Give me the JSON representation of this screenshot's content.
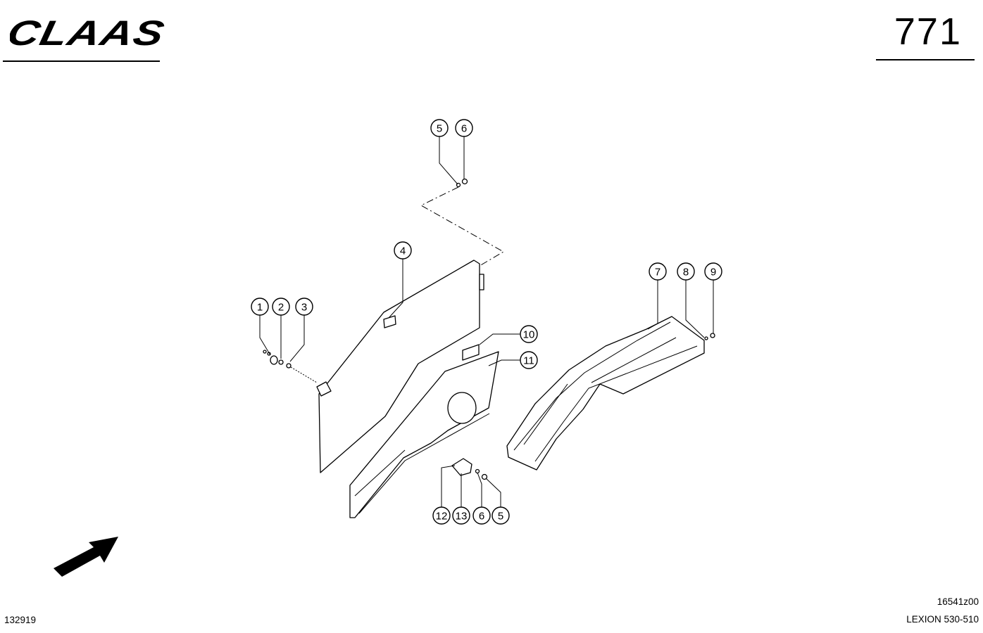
{
  "header": {
    "brand": "CLAAS",
    "page_number": "771"
  },
  "footer": {
    "drawing_id": "132919",
    "figure_ref": "16541z00",
    "model": "LEXION 530-510"
  },
  "callouts": [
    {
      "label": "1"
    },
    {
      "label": "2"
    },
    {
      "label": "3"
    },
    {
      "label": "4"
    },
    {
      "label": "5"
    },
    {
      "label": "6"
    },
    {
      "label": "7"
    },
    {
      "label": "8"
    },
    {
      "label": "9"
    },
    {
      "label": "10"
    },
    {
      "label": "11"
    },
    {
      "label": "12"
    },
    {
      "label": "13"
    },
    {
      "label": "6"
    },
    {
      "label": "5"
    }
  ],
  "colors": {
    "ink": "#000000",
    "paper": "#ffffff"
  },
  "icons": {
    "direction": "direction-arrow-icon"
  }
}
